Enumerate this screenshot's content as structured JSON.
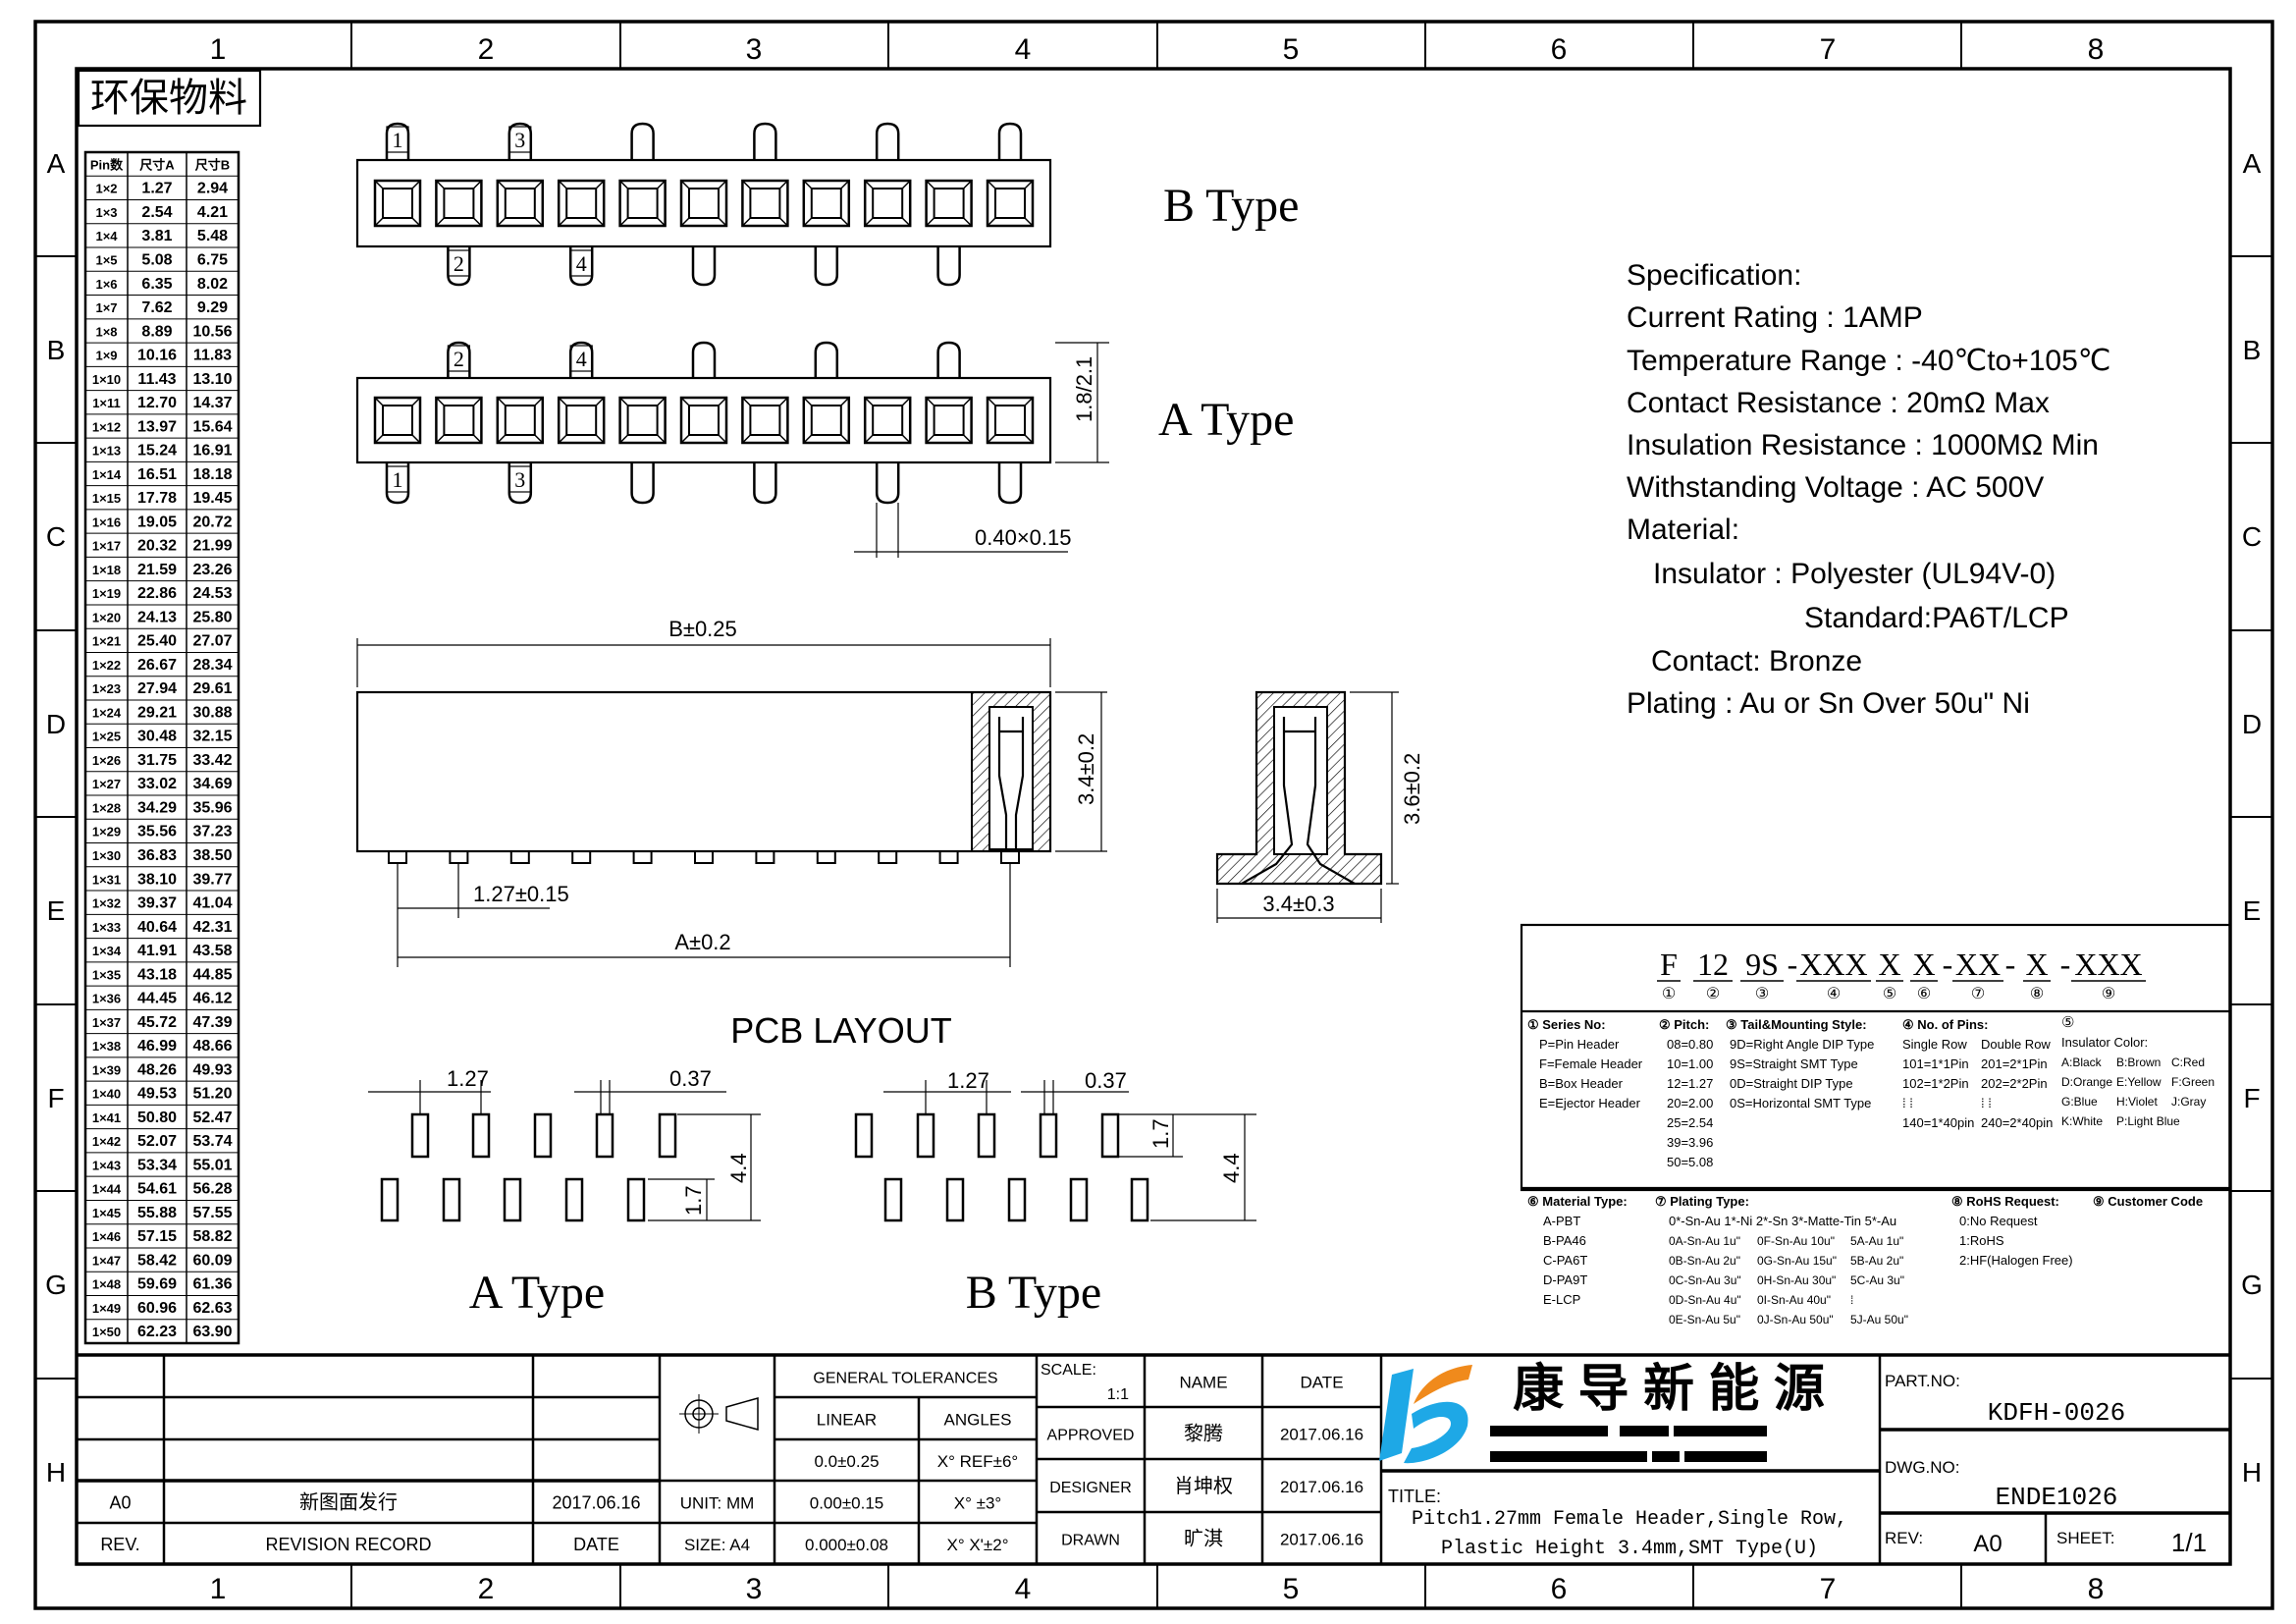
{
  "stamp": "环保物料",
  "grid": {
    "columns": [
      "1",
      "2",
      "3",
      "4",
      "5",
      "6",
      "7",
      "8"
    ],
    "rows": [
      "A",
      "B",
      "C",
      "D",
      "E",
      "F",
      "G",
      "H"
    ]
  },
  "pin_table": {
    "headers": [
      "Pin数",
      "尺寸A",
      "尺寸B"
    ],
    "rows": [
      [
        "1×2",
        "1.27",
        "2.94"
      ],
      [
        "1×3",
        "2.54",
        "4.21"
      ],
      [
        "1×4",
        "3.81",
        "5.48"
      ],
      [
        "1×5",
        "5.08",
        "6.75"
      ],
      [
        "1×6",
        "6.35",
        "8.02"
      ],
      [
        "1×7",
        "7.62",
        "9.29"
      ],
      [
        "1×8",
        "8.89",
        "10.56"
      ],
      [
        "1×9",
        "10.16",
        "11.83"
      ],
      [
        "1×10",
        "11.43",
        "13.10"
      ],
      [
        "1×11",
        "12.70",
        "14.37"
      ],
      [
        "1×12",
        "13.97",
        "15.64"
      ],
      [
        "1×13",
        "15.24",
        "16.91"
      ],
      [
        "1×14",
        "16.51",
        "18.18"
      ],
      [
        "1×15",
        "17.78",
        "19.45"
      ],
      [
        "1×16",
        "19.05",
        "20.72"
      ],
      [
        "1×17",
        "20.32",
        "21.99"
      ],
      [
        "1×18",
        "21.59",
        "23.26"
      ],
      [
        "1×19",
        "22.86",
        "24.53"
      ],
      [
        "1×20",
        "24.13",
        "25.80"
      ],
      [
        "1×21",
        "25.40",
        "27.07"
      ],
      [
        "1×22",
        "26.67",
        "28.34"
      ],
      [
        "1×23",
        "27.94",
        "29.61"
      ],
      [
        "1×24",
        "29.21",
        "30.88"
      ],
      [
        "1×25",
        "30.48",
        "32.15"
      ],
      [
        "1×26",
        "31.75",
        "33.42"
      ],
      [
        "1×27",
        "33.02",
        "34.69"
      ],
      [
        "1×28",
        "34.29",
        "35.96"
      ],
      [
        "1×29",
        "35.56",
        "37.23"
      ],
      [
        "1×30",
        "36.83",
        "38.50"
      ],
      [
        "1×31",
        "38.10",
        "39.77"
      ],
      [
        "1×32",
        "39.37",
        "41.04"
      ],
      [
        "1×33",
        "40.64",
        "42.31"
      ],
      [
        "1×34",
        "41.91",
        "43.58"
      ],
      [
        "1×35",
        "43.18",
        "44.85"
      ],
      [
        "1×36",
        "44.45",
        "46.12"
      ],
      [
        "1×37",
        "45.72",
        "47.39"
      ],
      [
        "1×38",
        "46.99",
        "48.66"
      ],
      [
        "1×39",
        "48.26",
        "49.93"
      ],
      [
        "1×40",
        "49.53",
        "51.20"
      ],
      [
        "1×41",
        "50.80",
        "52.47"
      ],
      [
        "1×42",
        "52.07",
        "53.74"
      ],
      [
        "1×43",
        "53.34",
        "55.01"
      ],
      [
        "1×44",
        "54.61",
        "56.28"
      ],
      [
        "1×45",
        "55.88",
        "57.55"
      ],
      [
        "1×46",
        "57.15",
        "58.82"
      ],
      [
        "1×47",
        "58.42",
        "60.09"
      ],
      [
        "1×48",
        "59.69",
        "61.36"
      ],
      [
        "1×49",
        "60.96",
        "62.63"
      ],
      [
        "1×50",
        "62.23",
        "63.90"
      ]
    ]
  },
  "views": {
    "b_type_label": "B Type",
    "a_type_label": "A Type",
    "b_top_pin_labels": [
      "1",
      "3"
    ],
    "b_bottom_pin_labels": [
      "2",
      "4"
    ],
    "a_top_pin_labels": [
      "2",
      "4"
    ],
    "a_bottom_pin_labels": [
      "1",
      "3"
    ],
    "dim_height_top": "1.8/2.1",
    "dim_pin_size": "0.40×0.15",
    "dim_b": "B±0.25",
    "dim_body_height": "3.4±0.2",
    "dim_pitch": "1.27±0.15",
    "dim_a": "A±0.2",
    "dim_end_height": "3.6±0.2",
    "dim_end_width": "3.4±0.3"
  },
  "pcb": {
    "title": "PCB LAYOUT",
    "a_label": "A Type",
    "b_label": "B Type",
    "pitch": "1.27",
    "pad_width": "0.37",
    "row_span": "4.4",
    "pad_length": "1.7"
  },
  "spec": {
    "title": "Specification:",
    "current": "Current Rating : 1AMP",
    "temperature": "Temperature Range : -40℃to+105℃",
    "contact_resistance": "Contact Resistance : 20mΩ  Max",
    "insulation_resistance": "Insulation Resistance : 1000MΩ  Min",
    "voltage": "Withstanding Voltage : AC 500V",
    "material": "Material:",
    "insulator": "Insulator : Polyester (UL94V-0)",
    "standard": "Standard:PA6T/LCP",
    "contact": "Contact: Bronze",
    "plating": "Plating : Au or Sn Over 50u\" Ni"
  },
  "part_code": {
    "segments": [
      {
        "text": "F",
        "num": "①"
      },
      {
        "text": "12",
        "num": "②"
      },
      {
        "text": "9S",
        "num": "③"
      },
      {
        "text": "XXX",
        "num": "④"
      },
      {
        "text": "X",
        "num": "⑤"
      },
      {
        "text": "X",
        "num": "⑥"
      },
      {
        "text": "XX",
        "num": "⑦"
      },
      {
        "text": "X",
        "num": "⑧"
      },
      {
        "text": "XXX",
        "num": "⑨"
      }
    ],
    "separator": "-",
    "series": {
      "title": "① Series No:",
      "items": [
        "P=Pin Header",
        "F=Female Header",
        "B=Box Header",
        "E=Ejector Header"
      ]
    },
    "pitch": {
      "title": "② Pitch:",
      "items": [
        "08=0.80",
        "10=1.00",
        "12=1.27",
        "20=2.00",
        "25=2.54",
        "39=3.96",
        "50=5.08"
      ]
    },
    "tail": {
      "title": "③ Tail&Mounting Style:",
      "items": [
        "9D=Right Angle DIP Type",
        "9S=Straight SMT Type",
        "0D=Straight DIP Type",
        "0S=Horizontal SMT Type"
      ]
    },
    "pins": {
      "title": "④ No. of Pins:",
      "single_header": "Single Row",
      "double_header": "Double Row",
      "single": [
        "101=1*1Pin",
        "102=1*2Pin",
        "⁞   ⁞",
        "140=1*40pin"
      ],
      "double": [
        "201=2*1Pin",
        "202=2*2Pin",
        "⁞   ⁞",
        "240=2*40pin"
      ]
    },
    "color": {
      "title": "⑤",
      "subtitle": "Insulator Color:",
      "rows": [
        [
          "A:Black",
          "B:Brown",
          "C:Red"
        ],
        [
          "D:Orange",
          "E:Yellow",
          "F:Green"
        ],
        [
          "G:Blue",
          "H:Violet",
          "J:Gray"
        ],
        [
          "K:White",
          "P:Light Blue",
          ""
        ]
      ]
    },
    "material": {
      "title": "⑥ Material Type:",
      "items": [
        "A-PBT",
        "B-PA46",
        "C-PA6T",
        "D-PA9T",
        "E-LCP"
      ]
    },
    "plating": {
      "title": "⑦ Plating Type:",
      "line0": "0*-Sn-Au 1*-Ni 2*-Sn 3*-Matte-Tin 5*-Au",
      "rows": [
        [
          "0A-Sn-Au 1u\"",
          "0F-Sn-Au 10u\"",
          "5A-Au 1u\""
        ],
        [
          "0B-Sn-Au 2u\"",
          "0G-Sn-Au 15u\"",
          "5B-Au 2u\""
        ],
        [
          "0C-Sn-Au 3u\"",
          "0H-Sn-Au 30u\"",
          "5C-Au 3u\""
        ],
        [
          "0D-Sn-Au 4u\"",
          "0I-Sn-Au 40u\"",
          "⁞"
        ],
        [
          "0E-Sn-Au 5u\"",
          "0J-Sn-Au 50u\"",
          "5J-Au 50u\""
        ]
      ]
    },
    "rohs": {
      "title": "⑧ RoHS Request:",
      "items": [
        "0:No Request",
        "1:RoHS",
        "2:HF(Halogen Free)"
      ]
    },
    "customer": {
      "title": "⑨ Customer Code"
    }
  },
  "title_block": {
    "revision": {
      "rev": "A0",
      "record": "新图面发行",
      "date": "2017.06.16",
      "rev_header": "REV.",
      "record_header": "REVISION RECORD",
      "date_header": "DATE"
    },
    "unit": "UNIT: MM",
    "size": "SIZE: A4",
    "tolerances": {
      "title": "GENERAL TOLERANCES",
      "linear": "LINEAR",
      "angles": "ANGLES",
      "rows": [
        [
          "0.0±0.25",
          "X° REF±6°"
        ],
        [
          "0.00±0.15",
          "X°  ±3°"
        ],
        [
          "0.000±0.08",
          "X° X'±2°"
        ]
      ]
    },
    "scale_label": "SCALE:",
    "scale": "1:1",
    "name_header": "NAME",
    "date_header": "DATE",
    "approved": {
      "role": "APPROVED",
      "name": "黎腾",
      "date": "2017.06.16"
    },
    "designer": {
      "role": "DESIGNER",
      "name": "肖坤权",
      "date": "2017.06.16"
    },
    "drawn": {
      "role": "DRAWN",
      "name": "旷淇",
      "date": "2017.06.16"
    },
    "company": "康 导 新 能 源",
    "brand_colors": {
      "blue": "#1ea8e6",
      "orange": "#f08a1c"
    },
    "title_label": "TITLE:",
    "title_line1": "Pitch1.27mm Female Header,Single Row,",
    "title_line2": "Plastic Height 3.4mm,SMT Type(U)",
    "part_no_label": "PART.NO:",
    "part_no": "KDFH-0026",
    "dwg_no_label": "DWG.NO:",
    "dwg_no": "ENDE1026",
    "rev_label": "REV:",
    "rev": "A0",
    "sheet_label": "SHEET:",
    "sheet": "1/1"
  }
}
